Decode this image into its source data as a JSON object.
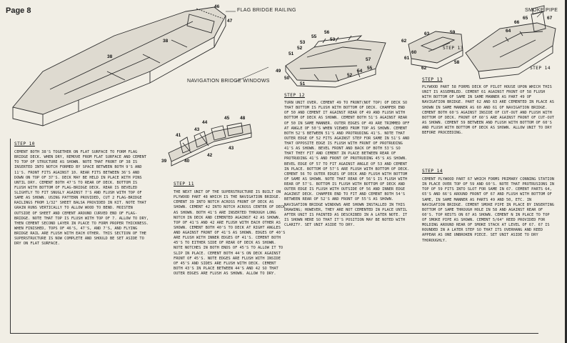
{
  "page_label": "Page 8",
  "callouts": {
    "flag_bridge_railing": "FLAG BRIDGE RAILING",
    "smoke_pipe": "SMOKE PIPE",
    "navigation_bridge_windows": "NAVIGATION BRIDGE WINDOWS"
  },
  "part_numbers": {
    "step10": [
      "38",
      "38",
      "46",
      "47"
    ],
    "step11": [
      "41",
      "44",
      "43",
      "45",
      "48",
      "39",
      "40",
      "42",
      "43"
    ],
    "step12": [
      "53",
      "55",
      "56",
      "51",
      "52",
      "49",
      "50",
      "51",
      "53",
      "57",
      "52",
      "54",
      "55"
    ],
    "step13": [
      "62",
      "63",
      "61",
      "60",
      "62",
      "59",
      "58"
    ],
    "step14": [
      "66",
      "65",
      "67",
      "64"
    ]
  },
  "figure_captions": {
    "step13": "STEP 13",
    "step14": "STEP 14"
  },
  "steps": {
    "step10": {
      "heading": "STEP 10",
      "text": "CEMENT BOTH 38'S TOGETHER ON FLAT SURFACE TO FORM FLAG BRIDGE DECK. WHEN DRY, REMOVE FROM FLAT SURFACE AND CEMENT TO TOP OF STRUCTURE AS SHOWN. NOTE THAT FRONT OF 38 IS INSERTED INTO NOTCH FORMED BY SPACE BETWEEN BOTH 9'S AND 11'S. FRONT FITS AGAINST 10. REAR FITS BETWEEN 36'S AND DOWN ON TOP OF 37'S. DECK MAY BE HELD IN PLACE WITH PINS UNTIL DRY. CEMENT BOTH 47'S TO REAR OF DECK. BOTTOM IS FLUSH WITH BOTTOM OF FLAG-BRIDGE DECK. REAR IS BEVELED SLIGHTLY TO FIT SNUGLY AGAINST 7'S AND FLUSH WITH TOP OF SAME AS SHOWN. USING PATTERN PROVIDED, CUT 2 FLAG-BRIDGE RAILINGS FROM 1/32\" SHEET BALSA PROVIDED IN KIT. NOTE THAT GRAIN RUNS VERTICALLY TO ALLOW WOOD TO BEND. MOISTEN OUTSIDE OF SHEET AND CEMENT AROUND CURVED END OF FLAG-BRIDGE. NOTE THAT TOP IS FLUSH WITH TOP OF 7. ALLOW TO DRY, THEN CEMENT SECOND LAYER IN PLACE TO FORM PROPER THICKNESS. WHEN FINISHED, TOPS OF 46'S, 47'S, AND 7'S, AND FLYING BRIDGE RAIL ARE FLUSH WITH EACH OTHER. THIS SECTION OF THE SUPERSTRUCTURE IS NOW COMPLETE AND SHOULD BE SET ASIDE TO DRY ON FLAT SURFACE."
    },
    "step11": {
      "heading": "STEP 11",
      "text": "THE NEXT UNIT OF THE SUPERSTRUCTURE IS BUILT ON PLYWOOD PART 48 WHICH IS THE NAVIGATION BRIDGE. CEMENT 39 INTO NOTCH ACROSS FRONT OF DECK AS SHOWN. CEMENT 42 INTO NOTCH ACROSS CENTER OF DECK AS SHOWN. BOTH 41'S ARE INSERTED THROUGH LONG NOTCH IN DECK AND CEMENTED AGAINST 42 AS SHOWN. TOP OF 41'S AND 42 ARE FLUSH WITH EACH OTHER AS SHOWN. CEMENT BOTH 40'S TO DECK AT RIGHT ANGLES AND AGAINST FRONT OF 41'S AS SHOWN. EDGES OF 40'S ARE FLUSH WITH INNER EDGES OF 41'S. CEMENT BOTH 45'S TO EITHER SIDE OF REAR OF DECK AS SHOWN. NOTE NOTCHES IN BOTH ENDS OF 45'S TO ALLOW IT TO SLIP IN PLACE. CEMENT BOTH 44'S ON DECK AGAINST FRONT OF 45'S. NOTE EDGES ARE FLUSH WITH INSIDE OF 45'S AND SIDES ARE FLUSH WITH DECK. CEMENT BOTH 43'S IN PLACE BETWEEN 44'S AND 42 SO THAT OUTER EDGES ARE FLUSH AS SHOWN. ALLOW TO DRY."
    },
    "step12": {
      "heading": "STEP 12",
      "text": "TURN UNIT OVER. CEMENT 49 TO FRONT(NOT TOP) OF DECK SO THAT BOTTOM IS FLUSH WITH BOTTOM OF DECK. CHAMFER END OF 50 AND CEMENT IT AGAINST REAR OF 49 AND FLUSH WITH BOTTOM OF DECK AS SHOWN. CEMENT BOTH 51'S AGAINST REAR OF 50 IN SAME MANNER. OUTER EDGES OF 49 ARE TRIMMED OFF AT ANGLE OF 50'S WHEN VIEWED FROM TOP AS SHOWN. CEMENT BOTH 52'S BETWEEN 51'S AND PROTRUDING 41'S. NOTE THAT OUTER EDGE OF 52 FITS AGAINST STEP FOR SAME IN 51'S AND THAT OPPOSITE EDGE IS FLUSH WITH FRONT OF PROTRUDING 41'S AS SHOWN. BEVEL FRONT AND BACK OF BOTH 53'S SO THAT THEY FIT AND CEMENT IN PLACE BETWEEN REAR OF PROTRUDING 41'S AND FRONT OF PROTRUDING 45'S AS SHOWN. BEVEL EDGE OF 57 TO FIT AGAINST ANGLE OF 53 AND CEMENT IN PLACE. BOTTOM OF 57'S ARE FLUSH WITH BOTTOM OF DECK. CEMENT 56 TO OUTER EDGES OF DECK AND FLUSH WITH BOTTOM OF SAME AS SHOWN. NOTE THAT REAR OF 56'S IS FLUSH WITH REAR OF 57'S. BOTTOM IS FLUSH WITH BOTTOM OF DECK AND OUTER EDGE IS FLUSH WITH OUTSIDE OF 56 AND INNER EDGE AGAINST DECK. CHAMFER END TO FIT AND CEMENT BOTH 54'S BETWEEN REAR OF 52'S AND FRONT OF 55'S AS SHOWN. NAVIGATION BRIDGE WINDOWS ARE SHOWN INSTALLED IN THIS DRAWING; HOWEVER, THEY ARE NOT CEMENTED IN PLACE UNTIL AFTER UNIT IS PAINTED AS DESCRIBED IN A LATER NOTE. IT IS SHOWN HERE SO THAT IT'S POSITION MAY BE NOTED WITH CLARITY. SET UNIT ASIDE TO DRY."
    },
    "step13": {
      "heading": "STEP 13",
      "text": "PLYWOOD PART 58 FORMS DECK OF PILOT HOUSE UPON WHICH THIS UNIT IS ASSEMBLED. CEMENT 61 AGAINST FRONT OF 58 FLUSH WITH BOTTOM OF SAME IN SAME MANNER AS PART 49 OF NAVIGATION BRIDGE. PART 62 AND 63 ARE CEMENTED IN PLACE AS SHOWN IN SAME MANNER AS 60 AND 61 OF NAVIGATION BRIDGE. CEMENT BOTH 60'S AGAINST INSIDE OF CUT-OUT AND FLUSH WITH BOTTOM OF DECK. FRONT OF 60'S ARE AGAINST FRONT OF CUT-OUT AS SHOWN. CEMENT 59 BETWEEN AND FLUSH WITH BOTTOM OF 60'S AND FLUSH WITH BOTTOM OF DECK AS SHOWN. ALLOW UNIT TO DRY BEFORE PROCEEDING."
    },
    "step14": {
      "heading": "STEP 14",
      "text": "CEMENT PLYWOOD PART 67 WHICH FORMS PRIMARY CONNING STATION IN PLACE OVER TOP OF 59 AND 60'S. NOTE THAT PROTRUSIONS IN TOP OF 59 FITS INTO SLOT FOR SAME IN 67. CEMENT PARTS 64, 65'S AND 66'S AROUND FRONT OF 67 AND FLUSH WITH BOTTOM OF SAME, IN SAME MANNER AS PARTS 49 AND 50, ETC. IN NAVIGATION BRIDGE. CEMENT SMOKE PIPE IN PLACE BY INSERTING BOTTOM OF SAME THROUGH HOLE IN 58 AND AGAINST REAR OF 60'S. TOP RESTS ON 67 AS SHOWN. CEMENT N IN PLACE TO TOP OF SMOKE PIPE AS SHOWN. CEMENT 5/64\" REED PROVIDED FOR MOLDING AROUND REAR OF SMOKE STACK AT LEVEL OF 67. 67 IS ROUNDED IN A LATER STEP SO THAT ITS OVERHANG AND REED APPEAR AS ONE UNBROKEN PIECE. SET UNIT ASIDE TO DRY THOROUGHLY."
    }
  }
}
